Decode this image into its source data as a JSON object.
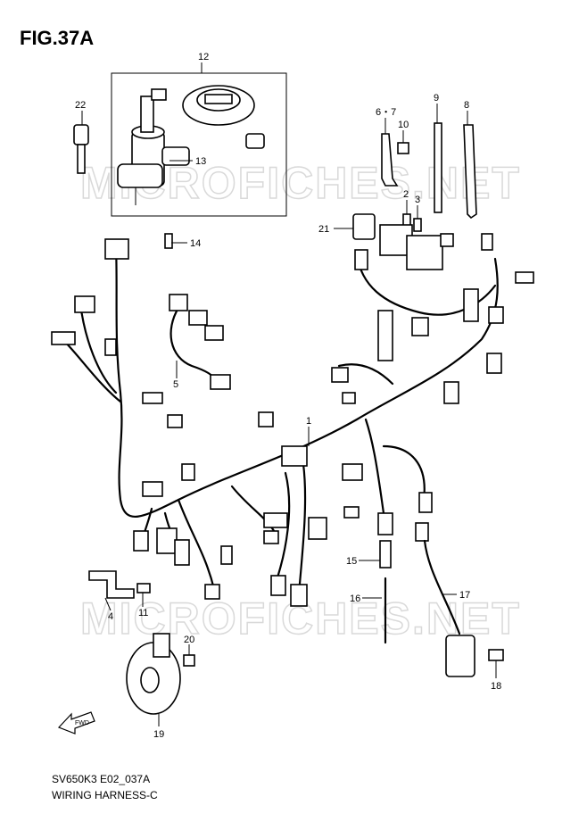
{
  "figure_title": "FIG.37A",
  "footer": {
    "model_code": "SV650K3 E02_037A",
    "section_name": "WIRING HARNESS-C"
  },
  "watermark": "MICROFICHES.NET",
  "fwd_label": "FWD",
  "callouts": {
    "c1": "1",
    "c2": "2",
    "c3": "3",
    "c4": "4",
    "c5": "5",
    "c67": "6・7",
    "c8": "8",
    "c9": "9",
    "c10": "10",
    "c11": "11",
    "c12": "12",
    "c13": "13",
    "c14": "14",
    "c15": "15",
    "c16": "16",
    "c17": "17",
    "c18": "18",
    "c19": "19",
    "c20": "20",
    "c21": "21",
    "c22": "22"
  }
}
